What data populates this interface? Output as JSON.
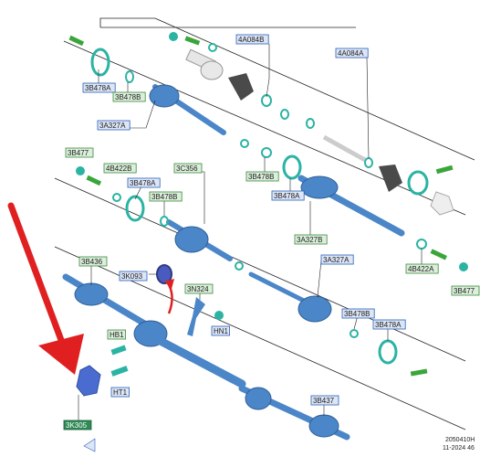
{
  "colors": {
    "shaft": "#4a86c8",
    "shaft_dark": "#2f5f98",
    "teal": "#2bb3a3",
    "boot": "#4a4a4a",
    "clip_green": "#3aa53a",
    "label_blue_border": "#2a5fb8",
    "label_green_border": "#3a8a3a",
    "label_blue_fill": "#dde6f7",
    "label_green_fill": "#dcefdc",
    "highlight_fill": "#2e8b57",
    "arrow_red": "#e02020",
    "line": "#222222"
  },
  "labels": {
    "4A084B": "4A084B",
    "4A084A": "4A084A",
    "3B478A_1": "3B478A",
    "3B478B_1": "3B478B",
    "3A327A_1": "3A327A",
    "3B477_1": "3B477",
    "4B422B": "4B422B",
    "3C356": "3C356",
    "3B478A_2": "3B478A",
    "3B478B_2": "3B478B",
    "3B478B_3": "3B478B",
    "3B478A_3": "3B478A",
    "3A327B": "3A327B",
    "4B422A": "4B422A",
    "3B477_2": "3B477",
    "3B436": "3B436",
    "3K093": "3K093",
    "3N324": "3N324",
    "HB1": "HB1",
    "HN1": "HN1",
    "HT1": "HT1",
    "3K305": "3K305",
    "3A327A_2": "3A327A",
    "3B478B_4": "3B478B",
    "3B478A_4": "3B478A",
    "3B437": "3B437"
  },
  "footer": {
    "code": "2050410H",
    "date": "11-2024 46"
  }
}
